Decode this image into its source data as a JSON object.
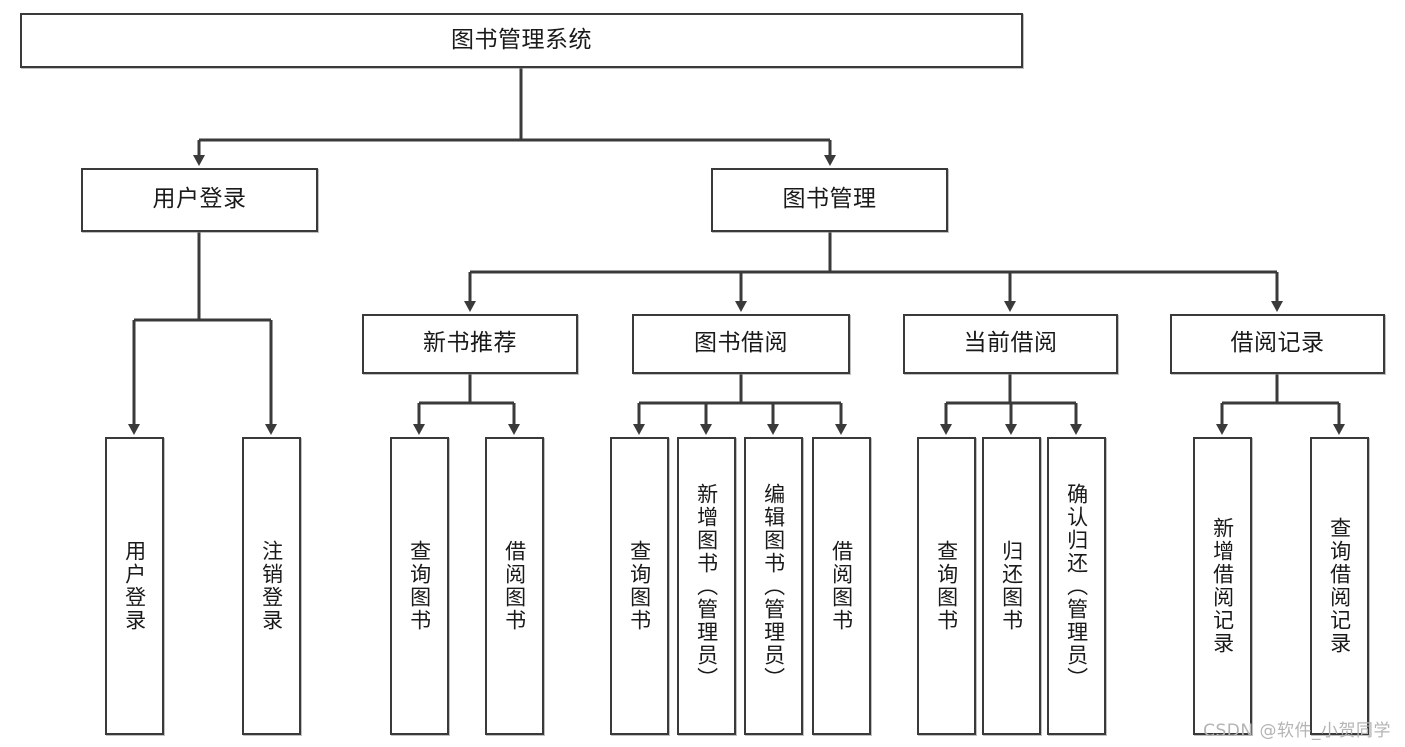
{
  "diagram": {
    "type": "tree-hierarchy",
    "title": "图书管理系统",
    "orientation": "top-down",
    "colors": {
      "node_border": "#3a3a3a",
      "node_fill": "#ffffff",
      "edge": "#3a3a3a",
      "text": "#1a1a1a",
      "watermark": "#b4b4b4"
    },
    "root": {
      "label": "图书管理系统"
    },
    "level2": [
      {
        "id": "user-login",
        "label": "用户登录"
      },
      {
        "id": "book-manage",
        "label": "图书管理"
      }
    ],
    "level3": [
      {
        "id": "new-book-recommend",
        "label": "新书推荐"
      },
      {
        "id": "book-borrow",
        "label": "图书借阅"
      },
      {
        "id": "current-borrow",
        "label": "当前借阅"
      },
      {
        "id": "borrow-record",
        "label": "借阅记录"
      }
    ],
    "leaves": {
      "user_login": [
        {
          "id": "leaf-user-login",
          "label": "用户登录"
        },
        {
          "id": "leaf-logout-login",
          "label": "注销登录"
        }
      ],
      "new_book_recommend": [
        {
          "id": "leaf-query-book-1",
          "label": "查询图书"
        },
        {
          "id": "leaf-borrow-book-1",
          "label": "借阅图书"
        }
      ],
      "book_borrow": [
        {
          "id": "leaf-query-book-2",
          "label": "查询图书"
        },
        {
          "id": "leaf-add-book",
          "label": "新增图书（管理员）"
        },
        {
          "id": "leaf-edit-book",
          "label": "编辑图书（管理员）"
        },
        {
          "id": "leaf-borrow-book-2",
          "label": "借阅图书"
        }
      ],
      "current_borrow": [
        {
          "id": "leaf-query-book-3",
          "label": "查询图书"
        },
        {
          "id": "leaf-return-book",
          "label": "归还图书"
        },
        {
          "id": "leaf-confirm-return",
          "label": "确认归还（管理员）"
        }
      ],
      "borrow_record": [
        {
          "id": "leaf-add-record",
          "label": "新增借阅记录"
        },
        {
          "id": "leaf-query-record",
          "label": "查询借阅记录"
        }
      ]
    }
  },
  "watermark": {
    "text": "CSDN @软件_小贺同学"
  }
}
